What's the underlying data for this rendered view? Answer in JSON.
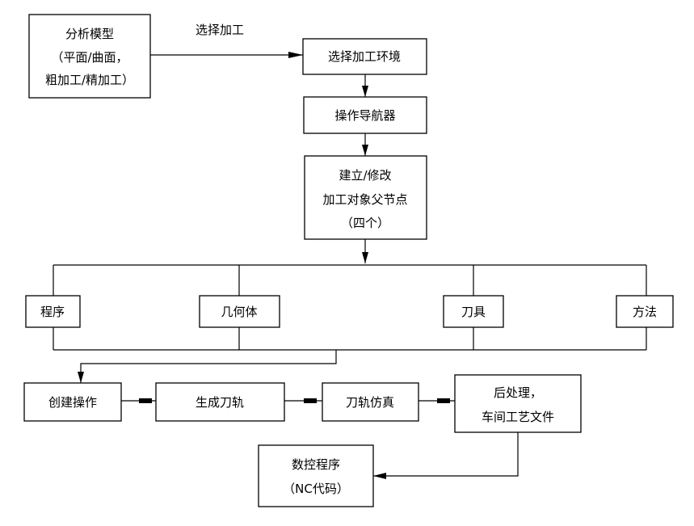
{
  "nodes": {
    "analysis_model": [
      "分析模型",
      "（平面/曲面，",
      "粗加工/精加工）"
    ],
    "select_env": [
      "选择加工环境"
    ],
    "op_navigator": [
      "操作导航器"
    ],
    "parent_nodes": [
      "建立/修改",
      "加工对象父节点",
      "（四个）"
    ],
    "program": [
      "程序"
    ],
    "geometry": [
      "几何体"
    ],
    "tool": [
      "刀具"
    ],
    "method": [
      "方法"
    ],
    "create_op": [
      "创建操作"
    ],
    "gen_toolpath": [
      "生成刀轨"
    ],
    "toolpath_sim": [
      "刀轨仿真"
    ],
    "post_process": [
      "后处理，",
      "车间工艺文件"
    ],
    "nc_program": [
      "数控程序",
      "（NC代码）"
    ]
  },
  "labels": {
    "select_machining": "选择加工"
  }
}
